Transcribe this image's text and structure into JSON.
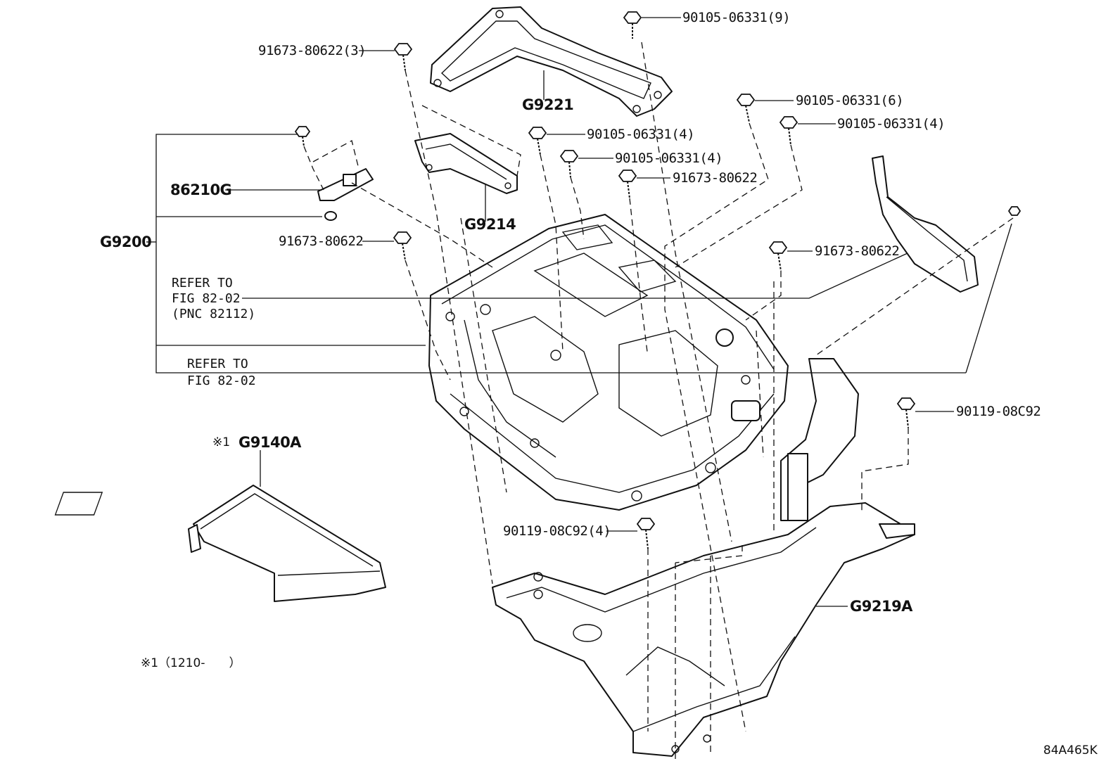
{
  "diagram": {
    "drawing_code": "84A465K",
    "footnote": "※1（1210-　　）",
    "group_label": "G9200",
    "callouts": {
      "bolt_top": "90105-06331(9)",
      "bolt_left_top": "91673-80622(3)",
      "cover_top": "G9221",
      "bolt_right_6": "90105-06331(6)",
      "bolt_right_4": "90105-06331(4)",
      "bolt_mid_4a": "90105-06331(4)",
      "bolt_mid_4b": "90105-06331(4)",
      "bolt_mid_91673": "91673-80622",
      "sensor": "86210G",
      "bracket": "G9214",
      "bolt_left_mid": "91673-80622",
      "bolt_right_mid": "91673-80622",
      "refer1_line1": "REFER TO",
      "refer1_line2": "FIG 82-02",
      "refer1_line3": "(PNC 82112)",
      "refer2_line1": "REFER TO",
      "refer2_line2": "FIG 82-02",
      "cover_left_mark": "※1",
      "cover_left": "G9140A",
      "bolt_90119": "90119-08C92",
      "bolt_90119_4": "90119-08C92(4)",
      "tray": "G9219A"
    }
  }
}
